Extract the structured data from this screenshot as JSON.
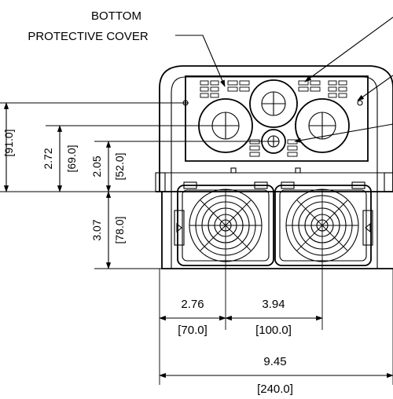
{
  "callout": {
    "line1": "BOTTOM",
    "line2": "PROTECTIVE COVER"
  },
  "vertical_dims": [
    {
      "inch": "",
      "mm": "[91.0]"
    },
    {
      "inch": "2.72",
      "mm": "[69.0]"
    },
    {
      "inch": "2.05",
      "mm": "[52.0]"
    },
    {
      "inch": "3.07",
      "mm": "[78.0]"
    }
  ],
  "horizontal_dims": [
    {
      "inch": "2.76",
      "mm": "[70.0]"
    },
    {
      "inch": "3.94",
      "mm": "[100.0]"
    },
    {
      "inch": "9.45",
      "mm": "[240.0]"
    }
  ]
}
